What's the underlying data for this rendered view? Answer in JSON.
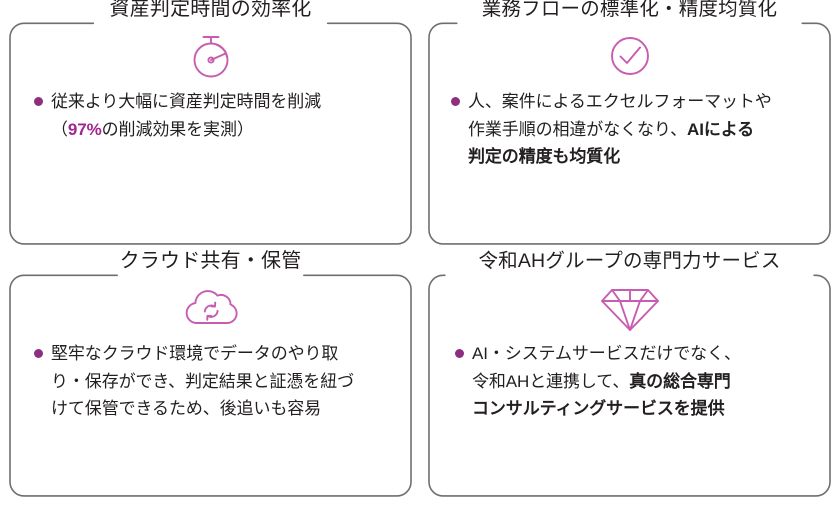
{
  "accent_colors": {
    "icon_stroke": "#c75cb0",
    "bullet": "#8d2f7e",
    "highlight_text": "#a2268f",
    "card_border": "#6d6e71",
    "body_text": "#231f20"
  },
  "cards": [
    {
      "id": "efficiency",
      "title": "資産判定時間の効率化",
      "icon": "stopwatch-icon",
      "lines": [
        [
          {
            "text": "従来より大幅に資産判定時間を削減",
            "style": "normal"
          }
        ],
        [
          {
            "text": "（",
            "style": "normal"
          },
          {
            "text": "97%",
            "style": "accent"
          },
          {
            "text": "の削減効果を実測）",
            "style": "normal"
          }
        ]
      ]
    },
    {
      "id": "standardization",
      "title": "業務フローの標準化・精度均質化",
      "icon": "check-circle-icon",
      "lines": [
        [
          {
            "text": "人、案件によるエクセルフォーマットや",
            "style": "normal"
          }
        ],
        [
          {
            "text": "作業手順の相違がなくなり、",
            "style": "normal"
          },
          {
            "text": "AIによる",
            "style": "bold"
          }
        ],
        [
          {
            "text": "判定の精度も均質化",
            "style": "bold"
          }
        ]
      ]
    },
    {
      "id": "cloud-share",
      "title": "クラウド共有・保管",
      "icon": "cloud-sync-icon",
      "lines": [
        [
          {
            "text": "堅牢なクラウド環境でデータのやり取",
            "style": "normal"
          }
        ],
        [
          {
            "text": "り・保存ができ、判定結果と証憑を紐づ",
            "style": "normal"
          }
        ],
        [
          {
            "text": "けて保管できるため、後追いも容易",
            "style": "normal"
          }
        ]
      ]
    },
    {
      "id": "expert-service",
      "title": "令和AHグループの専門力サービス",
      "icon": "diamond-icon",
      "lines": [
        [
          {
            "text": "AI・システムサービスだけでなく、",
            "style": "normal"
          }
        ],
        [
          {
            "text": "令和AHと連携して、",
            "style": "normal"
          },
          {
            "text": "真の総合専門",
            "style": "bold"
          }
        ],
        [
          {
            "text": "コンサルティングサービスを提供",
            "style": "bold"
          }
        ]
      ]
    }
  ]
}
